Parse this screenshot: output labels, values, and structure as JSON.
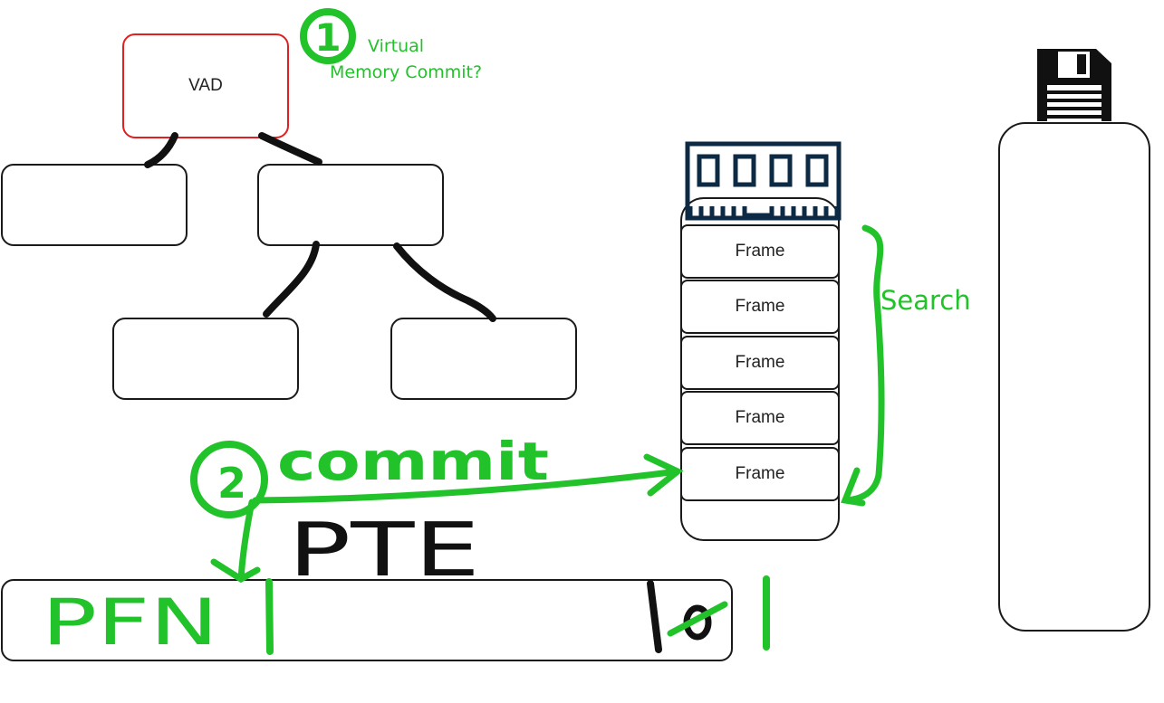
{
  "tree": {
    "root_label": "VAD",
    "child_nodes": 2,
    "grandchild_nodes": 2
  },
  "annotations": {
    "step1_number": "1",
    "step1_text_line1": "Virtual",
    "step1_text_line2": "Memory Commit?",
    "step2_number": "2",
    "step2_text": "commit",
    "search_label": "Search",
    "pte_label": "PTE",
    "pfn_label": "PFN"
  },
  "ram": {
    "frames": [
      "Frame",
      "Frame",
      "Frame",
      "Frame",
      "Frame"
    ]
  },
  "colors": {
    "annotation": "#22c22a",
    "vad_border": "#e02020",
    "ink": "#111111",
    "ram_icon": "#0d2a45"
  },
  "icons": {
    "ram": "memory-module-icon",
    "disk": "floppy-disk-icon"
  }
}
